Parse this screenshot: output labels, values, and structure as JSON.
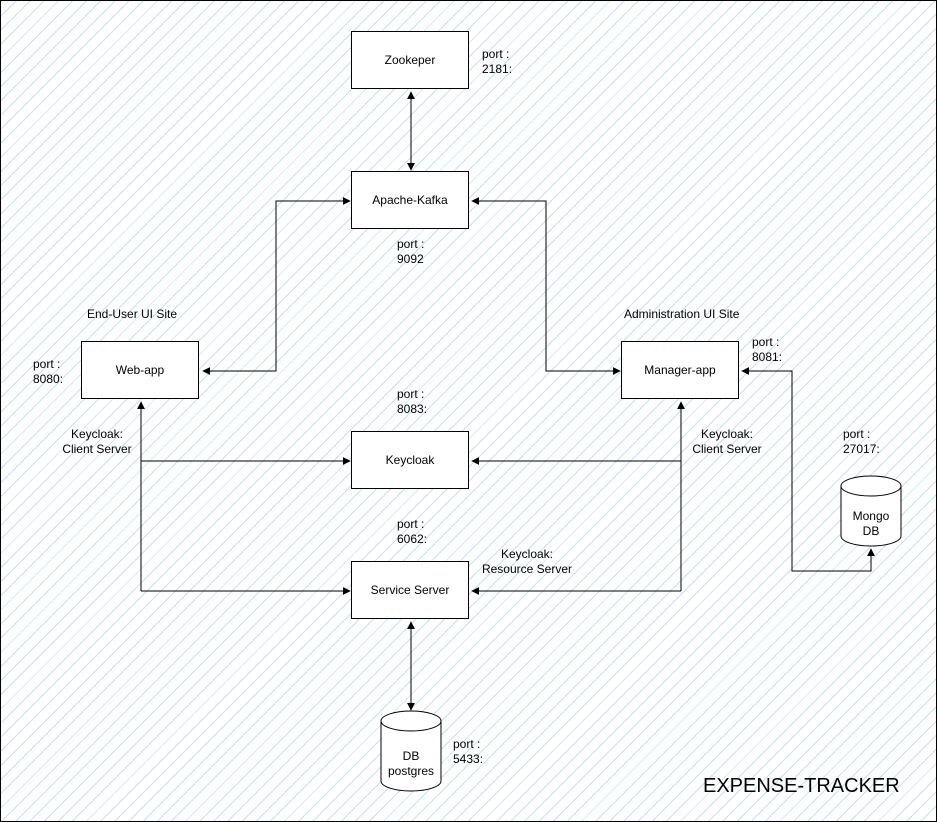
{
  "nodes": {
    "zookeeper": "Zookeper",
    "kafka": "Apache-Kafka",
    "web_app": "Web-app",
    "manager_app": "Manager-app",
    "keycloak": "Keycloak",
    "service_server": "Service Server",
    "mongo": "Mongo\nDB",
    "postgres": "DB\npostgres"
  },
  "labels": {
    "zookeeper_port": "port :\n2181:",
    "kafka_port": "port :\n9092",
    "web_app_port": "port :\n8080:",
    "manager_app_port": "port :\n8081:",
    "keycloak_port": "port :\n8083:",
    "service_server_port": "port :\n6062:",
    "mongo_port": "port :\n27017:",
    "postgres_port": "port :\n5433:",
    "end_user_site": "End-User UI Site",
    "admin_site": "Administration UI Site",
    "web_keycloak_role": "Keycloak:\nClient Server",
    "manager_keycloak_role": "Keycloak:\nClient Server",
    "service_keycloak_role": "Keycloak:\nResource Server"
  },
  "title": "EXPENSE-TRACKER",
  "colors": {
    "stroke": "#000000",
    "hatch": "#96cde1",
    "background": "#ffffff"
  }
}
